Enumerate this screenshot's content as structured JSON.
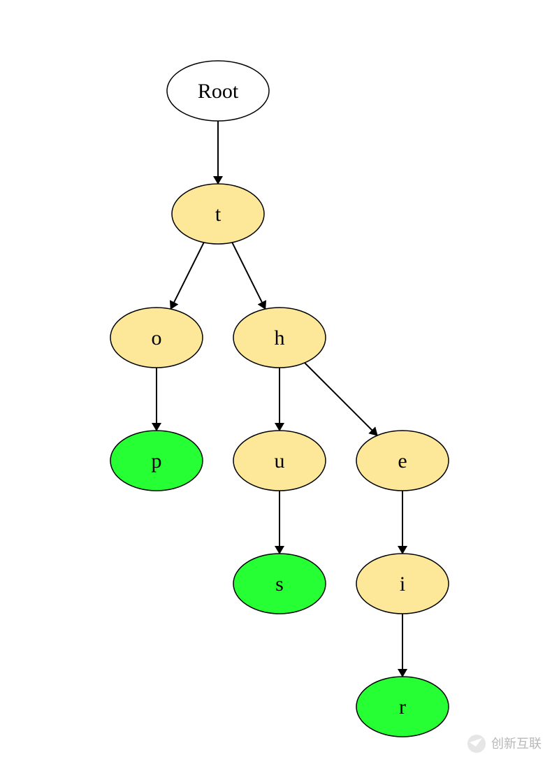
{
  "diagram": {
    "type": "trie",
    "colors": {
      "root_fill": "#ffffff",
      "inner_fill": "#fde89a",
      "terminal_fill": "#26ff33",
      "stroke": "#000000",
      "edge": "#000000"
    },
    "nodes": [
      {
        "id": "root",
        "label": "Root",
        "kind": "root"
      },
      {
        "id": "t",
        "label": "t",
        "kind": "inner"
      },
      {
        "id": "o",
        "label": "o",
        "kind": "inner"
      },
      {
        "id": "h",
        "label": "h",
        "kind": "inner"
      },
      {
        "id": "p",
        "label": "p",
        "kind": "terminal"
      },
      {
        "id": "u",
        "label": "u",
        "kind": "inner"
      },
      {
        "id": "e",
        "label": "e",
        "kind": "inner"
      },
      {
        "id": "s",
        "label": "s",
        "kind": "terminal"
      },
      {
        "id": "i",
        "label": "i",
        "kind": "inner"
      },
      {
        "id": "r",
        "label": "r",
        "kind": "terminal"
      }
    ],
    "edges": [
      {
        "from": "root",
        "to": "t"
      },
      {
        "from": "t",
        "to": "o"
      },
      {
        "from": "t",
        "to": "h"
      },
      {
        "from": "o",
        "to": "p"
      },
      {
        "from": "h",
        "to": "u"
      },
      {
        "from": "h",
        "to": "e"
      },
      {
        "from": "u",
        "to": "s"
      },
      {
        "from": "e",
        "to": "i"
      },
      {
        "from": "i",
        "to": "r"
      }
    ]
  },
  "watermark": {
    "text": "创新互联",
    "icon": "brand-logo-icon"
  }
}
